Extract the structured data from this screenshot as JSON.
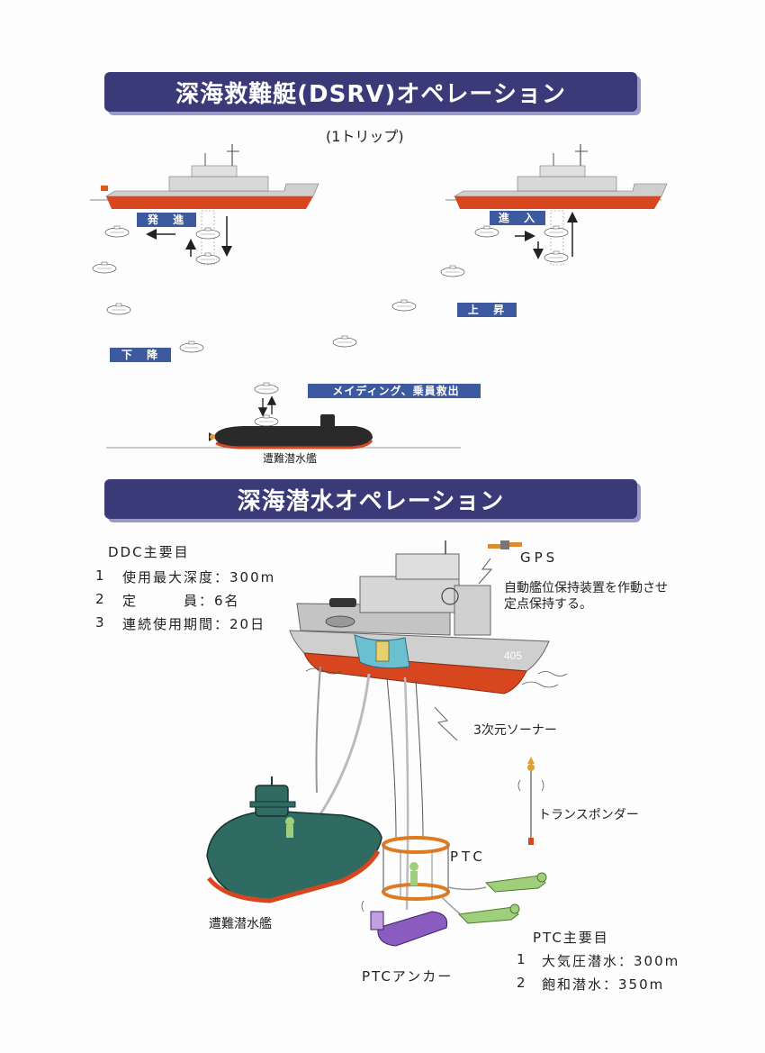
{
  "dsrv": {
    "title": "深海救難艇(DSRV)オペレーション",
    "subtitle": "(1トリップ)",
    "launch_label": "発 進",
    "enter_label": "進 入",
    "ascend_label": "上 昇",
    "descend_label": "下 降",
    "mating_label": "メイディング、乗員救出",
    "sub_label": "遭難潜水艦"
  },
  "ddc": {
    "title": "深海潜水オペレーション",
    "specs_title": "DDC主要目",
    "specs": [
      {
        "num": "1",
        "text": "使用最大深度：300m"
      },
      {
        "num": "2",
        "text": "定　　　員：6名"
      },
      {
        "num": "3",
        "text": "連続使用期間：20日"
      }
    ],
    "gps_label": "GPS",
    "ship_note_1": "自動艦位保持装置を作動させ",
    "ship_note_2": "定点保持する。",
    "sonar_label": "3次元ソーナー",
    "transponder_label": "トランスポンダー",
    "ptc_label": "PTC",
    "sub_label": "遭難潜水艦",
    "anchor_label": "PTCアンカー",
    "ptc_specs_title": "PTC主要目",
    "ptc_specs": [
      {
        "num": "1",
        "text": "大気圧潜水：300m"
      },
      {
        "num": "2",
        "text": "飽和潜水：350m"
      }
    ]
  },
  "colors": {
    "banner": "#3b3a78",
    "tag": "#3d5aa0",
    "hull_red": "#d8461f",
    "ship_gray": "#c9c9c9",
    "sub_green": "#2f6b63",
    "ptc_orange": "#e07a20",
    "anchor_purple": "#8a5cc0",
    "diver_green": "#9fcf7a"
  }
}
